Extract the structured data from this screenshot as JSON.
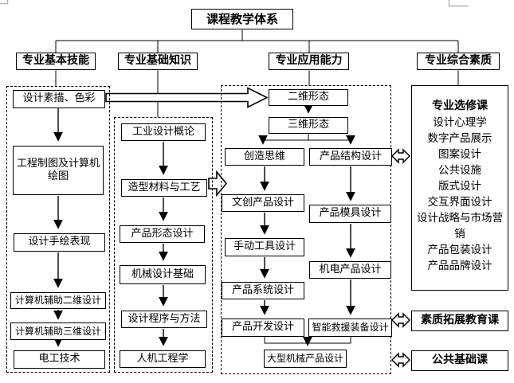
{
  "title": "课程教学体系",
  "branches": {
    "skills": {
      "label": "专业基本技能",
      "courses": [
        "设计素描、色彩",
        "工程制图及计算机绘图",
        "设计手绘表现",
        "计算机辅助二维设计",
        "计算机辅助三维设计",
        "电工技术"
      ]
    },
    "knowledge": {
      "label": "专业基础知识",
      "courses": [
        "工业设计概论",
        "造型材料与工艺",
        "产品形态设计",
        "机械设计基础",
        "设计程序与方法",
        "人机工程学"
      ]
    },
    "application": {
      "label": "专业应用能力",
      "intro": [
        "二维形态",
        "三维形态"
      ],
      "left": [
        "创造思维",
        "文创产品设计",
        "手动工具设计",
        "产品系统设计",
        "产品开发设计"
      ],
      "right": [
        "产品结构设计",
        "产品模具设计",
        "机电产品设计",
        "智能救援装备设计"
      ],
      "final": "大型机械产品设计"
    },
    "quality": {
      "label": "专业综合素质",
      "electives": {
        "title": "专业选修课",
        "items": [
          "设计心理学",
          "数字产品展示",
          "图案设计",
          "公共设施",
          "版式设计",
          "交互界面设计",
          "设计战略与市场营销",
          "产品包装设计",
          "产品品牌设计"
        ]
      },
      "extension": "素质拓展教育课",
      "public": "公共基础课"
    }
  },
  "colors": {
    "line": "#000000",
    "background": "#ffffff",
    "corner_mark": "#b3b3b3"
  }
}
